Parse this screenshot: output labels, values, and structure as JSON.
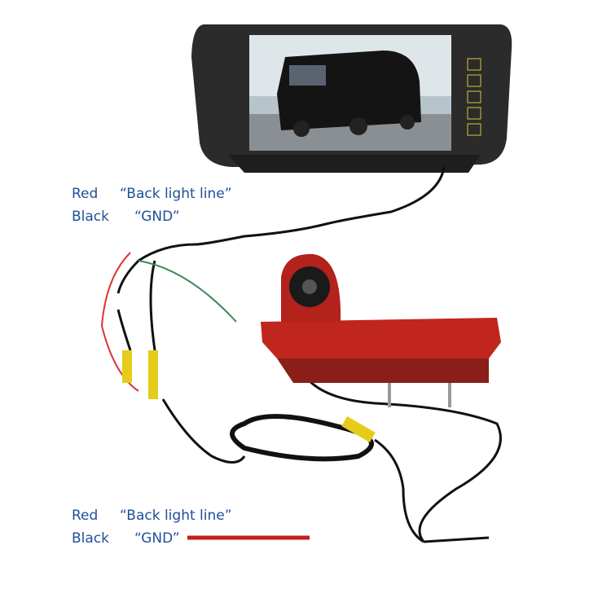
{
  "labels_top": {
    "red": "Red",
    "red_desc": "“Back light line”",
    "black": "Black",
    "black_desc": "“GND”"
  },
  "labels_bottom": {
    "red": "Red",
    "red_desc": "“Back light line”",
    "black": "Black",
    "black_desc": "“GND”"
  },
  "colors": {
    "label_text": "#1f4f9a",
    "camera_body": "#c0261e",
    "monitor": "#2a2a2a",
    "cable": "#111111",
    "rca_yellow": "#e6cc1a"
  },
  "monitor_buttons": [
    "up-icon",
    "up-icon",
    "down-icon",
    "menu-icon",
    "power-icon"
  ]
}
